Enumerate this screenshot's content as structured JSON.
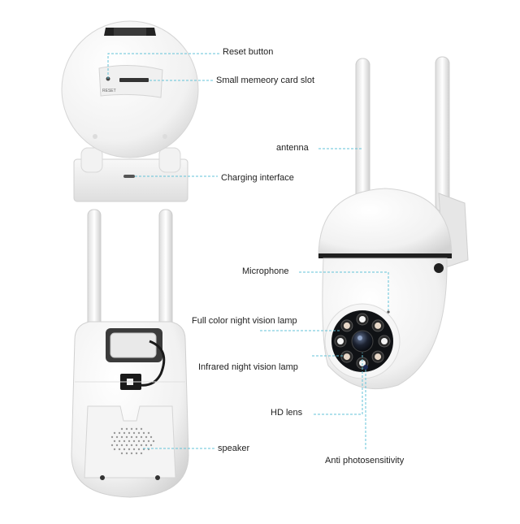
{
  "callouts": {
    "reset_button": "Reset button",
    "memory_card_slot": "Small memeory card slot",
    "charging_interface": "Charging interface",
    "antenna": "antenna",
    "microphone": "Microphone",
    "full_color_lamp": "Full color night vision lamp",
    "infrared_lamp": "Infrared night vision lamp",
    "hd_lens": "HD lens",
    "speaker": "speaker",
    "anti_photosensitivity": "Anti photosensitivity"
  },
  "device_markings": {
    "reset_text": "RESET"
  },
  "colors": {
    "leader_line": "#63c3d8",
    "camera_body": "#ffffff",
    "lens_ring": "#1a1a1a"
  },
  "icons": [
    "camera-top-view",
    "camera-back-view",
    "camera-front-view"
  ]
}
